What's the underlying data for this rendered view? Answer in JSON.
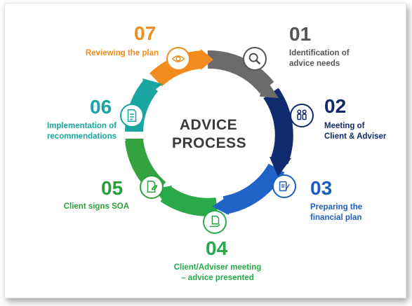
{
  "diagram": {
    "title_line1": "ADVICE",
    "title_line2": "PROCESS",
    "steps": [
      {
        "num": "01",
        "line1": "Identification of",
        "line2": "advice needs",
        "color": "#555555",
        "icon": "magnifier-icon"
      },
      {
        "num": "02",
        "line1": "Meeting of",
        "line2": "Client & Adviser",
        "color": "#0f2a6b",
        "icon": "people-icon"
      },
      {
        "num": "03",
        "line1": "Preparing the",
        "line2": "financial plan",
        "color": "#1d5fc0",
        "icon": "clipboard-pen-icon"
      },
      {
        "num": "04",
        "line1": "Client/Adviser meeting",
        "line2": "– advice presented",
        "color": "#27a84a",
        "icon": "document-hand-icon"
      },
      {
        "num": "05",
        "line1": "Client signs SOA",
        "line2": "",
        "color": "#2e9e3c",
        "icon": "document-leaf-icon"
      },
      {
        "num": "06",
        "line1": "Implementation of",
        "line2": "recommendations",
        "color": "#1aa5a0",
        "icon": "checklist-icon"
      },
      {
        "num": "07",
        "line1": "Reviewing the plan",
        "line2": "",
        "color": "#f28c1e",
        "icon": "eye-icon"
      }
    ]
  }
}
